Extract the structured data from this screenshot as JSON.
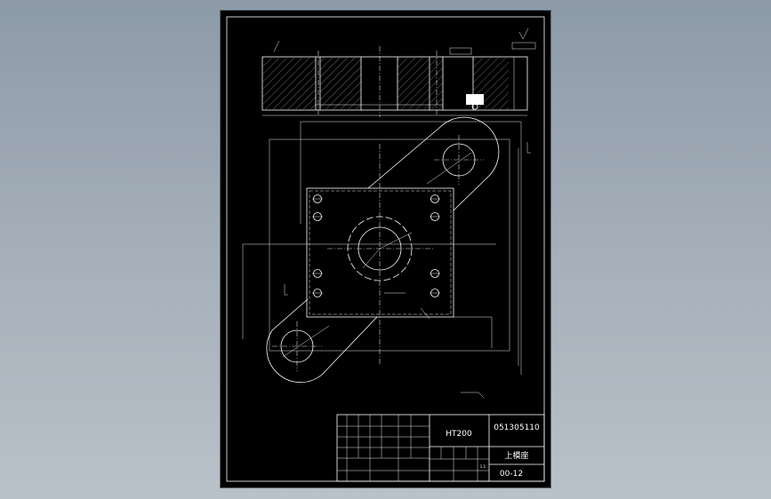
{
  "title_block": {
    "material": "HT200",
    "drawing_number": "051305110",
    "part_name": "上模座",
    "sheet_code": "00-12",
    "scale_cell": "1:1"
  },
  "colors": {
    "background": "#000000",
    "line": "#ffffff",
    "viewport": "#9aa6b2"
  },
  "icons": [
    "roughness-symbol-icon",
    "datum-marker-icon"
  ]
}
